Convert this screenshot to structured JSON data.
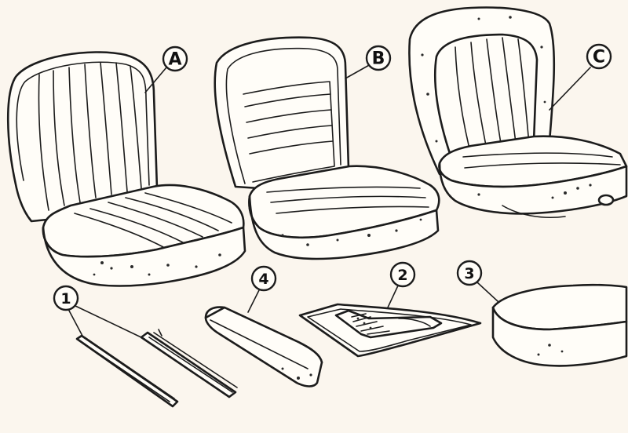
{
  "labels": {
    "seat_a": "A",
    "seat_b": "B",
    "seat_c": "C",
    "part_1": "1",
    "part_2": "2",
    "part_3": "3",
    "part_4": "4"
  },
  "colors": {
    "background": "#fbf6ee",
    "ink": "#1c1c1c",
    "paper": "#fffdf8"
  }
}
